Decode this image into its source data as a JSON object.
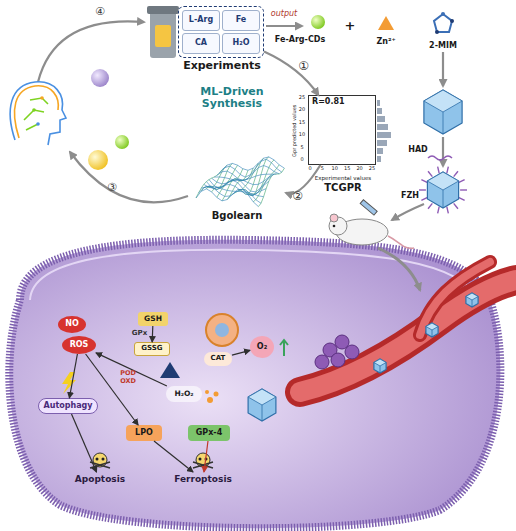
{
  "diagram": {
    "nodes": [
      {
        "text": [
          "Experiments"
        ]
      },
      {
        "text": [
          "L-Arg"
        ],
        "in": 0
      },
      {
        "text": [
          "Fe"
        ],
        "in": 0
      },
      {
        "text": [
          "CA"
        ],
        "in": 0
      },
      {
        "text": [
          "H₂O"
        ],
        "in": 0
      },
      {
        "text": [
          "R=0.81",
          "Gpr predicted values",
          "Experimental values",
          "TCGPR"
        ]
      },
      {
        "text": [
          "Bgolearn"
        ]
      },
      {
        "text": [
          "NO"
        ]
      },
      {
        "text": [
          "ROS"
        ]
      },
      {
        "text": [
          "GSH"
        ]
      },
      {
        "text": [
          "GSSG"
        ]
      },
      {
        "text": [
          "CAT"
        ]
      },
      {
        "text": [
          "O₂"
        ]
      },
      {
        "text": [
          "H₂O₂"
        ]
      },
      {
        "text": [
          "Autophagy"
        ]
      },
      {
        "text": [
          "LPO"
        ]
      },
      {
        "text": [
          "GPx-4"
        ]
      },
      {
        "text": [
          "Apoptosis"
        ]
      },
      {
        "text": [
          "Ferroptosis"
        ]
      }
    ],
    "edges": [
      {
        "from": 0,
        "to": 5,
        "label": "①",
        "arrow": "to"
      },
      {
        "from": 5,
        "to": 6,
        "label": "②",
        "arrow": "to"
      },
      {
        "from": 9,
        "to": 10,
        "label": "GPx",
        "arrow": "to"
      },
      {
        "from": 11,
        "to": 12,
        "arrow": "to"
      },
      {
        "from": 13,
        "to": 8,
        "arrow": "to"
      },
      {
        "from": 8,
        "to": 14,
        "arrow": "to"
      },
      {
        "from": 8,
        "to": 15,
        "arrow": "to"
      },
      {
        "from": 14,
        "to": 17,
        "arrow": "to"
      },
      {
        "from": 15,
        "to": 18,
        "arrow": "to"
      },
      {
        "from": 16,
        "to": 18,
        "arrow": "to"
      }
    ],
    "labels": [
      "output",
      "Fe-Arg-CDs",
      "+",
      "Zn²⁺",
      "2-MIM",
      "HAD",
      "FZH",
      "ML-Driven Synthesis",
      "③",
      "④",
      "POD",
      "OXD",
      "0",
      "5",
      "10",
      "15",
      "20",
      "25",
      "0",
      "5",
      "10",
      "15",
      "20",
      "25"
    ]
  }
}
